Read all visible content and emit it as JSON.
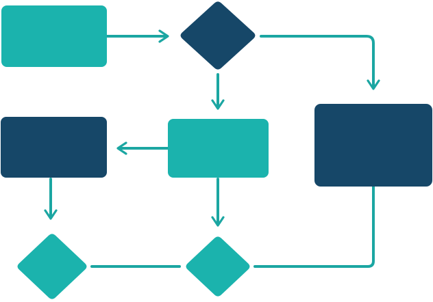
{
  "colors": {
    "teal": "#1bb3ad",
    "navy": "#164768",
    "connector": "#1ba6a2",
    "background": "#ffffff"
  },
  "nodes": [
    {
      "id": "start-process",
      "shape": "rectangle",
      "fill": "teal"
    },
    {
      "id": "decision-top",
      "shape": "diamond",
      "fill": "navy"
    },
    {
      "id": "process-right",
      "shape": "rectangle",
      "fill": "navy"
    },
    {
      "id": "process-middle",
      "shape": "rectangle",
      "fill": "teal"
    },
    {
      "id": "process-left",
      "shape": "rectangle",
      "fill": "navy"
    },
    {
      "id": "decision-bottom-left",
      "shape": "diamond",
      "fill": "teal"
    },
    {
      "id": "decision-bottom-middle",
      "shape": "diamond",
      "fill": "teal"
    }
  ],
  "edges": [
    {
      "from": "start-process",
      "to": "decision-top",
      "arrow": true
    },
    {
      "from": "decision-top",
      "to": "process-right",
      "arrow": true
    },
    {
      "from": "decision-top",
      "to": "process-middle",
      "arrow": true
    },
    {
      "from": "process-middle",
      "to": "process-left",
      "arrow": true
    },
    {
      "from": "process-left",
      "to": "decision-bottom-left",
      "arrow": true
    },
    {
      "from": "process-middle",
      "to": "decision-bottom-middle",
      "arrow": true
    },
    {
      "from": "decision-bottom-left",
      "to": "decision-bottom-middle",
      "arrow": false
    },
    {
      "from": "decision-bottom-middle",
      "to": "process-right",
      "arrow": false
    }
  ]
}
